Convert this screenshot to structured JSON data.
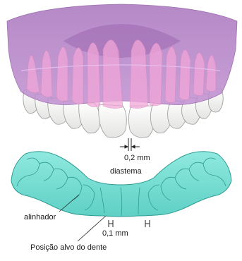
{
  "labels": {
    "gap_measurement": "0,2 mm",
    "diastema": "diastema",
    "aligner": "alinhador",
    "offset_measurement": "0,1 mm",
    "target_position": "Posição alvo do dente"
  },
  "colors": {
    "background": "#ffffff",
    "gum_overlay": "#b77fc8",
    "gum_overlay_dark": "#8e5aa4",
    "tooth_inside_overlay": "#f1a9d6",
    "tooth_white": "#f7f7f5",
    "tooth_shadow": "#bfbfbf",
    "aligner_teal": "#6fdcd1",
    "aligner_outline": "#2d9c92",
    "annotation_line": "#222222"
  },
  "icons": [
    "upper-jaw-illustration",
    "aligner-illustration"
  ]
}
